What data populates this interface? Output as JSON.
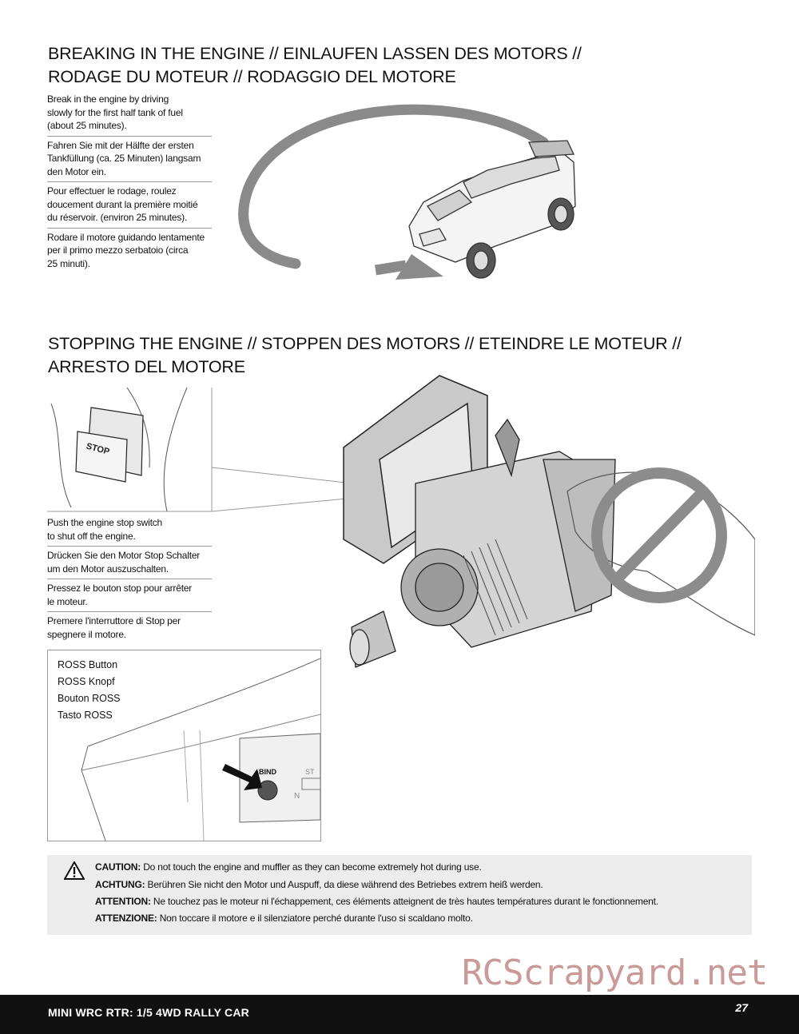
{
  "section1": {
    "title_line1": "BREAKING IN THE ENGINE // EINLAUFEN LASSEN DES MOTORS //",
    "title_line2": "RODAGE DU MOTEUR // RODAGGIO DEL MOTORE",
    "paragraphs": [
      "Break in the engine by driving\nslowly for the first half tank of fuel\n(about 25 minutes).",
      "Fahren Sie mit der Hälfte der ersten\nTankfüllung (ca. 25 Minuten) langsam\nden Motor ein.",
      "Pour effectuer le rodage, roulez\ndoucement durant la première moitié\ndu réservoir. (environ 25 minutes).",
      "Rodare il motore guidando lentamente\nper il primo mezzo serbatoio (circa\n25 minuti)."
    ]
  },
  "section2": {
    "title_line1": "STOPPING THE ENGINE // STOPPEN DES MOTORS // ETEINDRE LE MOTEUR //",
    "title_line2": "ARRESTO DEL MOTORE",
    "stop_button_text": "STOP",
    "paragraphs": [
      "Push the engine stop switch\nto shut off the engine.",
      "Drücken Sie den Motor Stop Schalter\num den Motor auszuschalten.",
      "Pressez le bouton stop pour arrêter\nle moteur.",
      "Premere l'interruttore di Stop per\nspegnere il motore."
    ],
    "ross": {
      "labels": [
        "ROSS Button",
        "ROSS Knopf",
        "Bouton ROSS",
        "Tasto ROSS"
      ],
      "bind_label": "BIND",
      "st_label": "ST",
      "n_label": "N"
    }
  },
  "caution": {
    "lines": [
      {
        "label": "CAUTION:",
        "text": " Do not touch the engine and muffler as they can become extremely hot during use."
      },
      {
        "label": "ACHTUNG:",
        "text": " Berühren Sie nicht den Motor und Auspuff, da diese während des Betriebes extrem heiß werden."
      },
      {
        "label": "ATTENTION:",
        "text": " Ne touchez pas le moteur ni l'échappement, ces éléments atteignent de très hautes températures durant le fonctionnement."
      },
      {
        "label": "ATTENZIONE:",
        "text": " Non toccare il motore e il silenziatore perché durante l'uso si scaldano molto."
      }
    ]
  },
  "footer": {
    "title": "MINI WRC RTR: 1/5 4WD RALLY CAR",
    "page_number": "27"
  },
  "watermark": "RCScrapyard.net"
}
